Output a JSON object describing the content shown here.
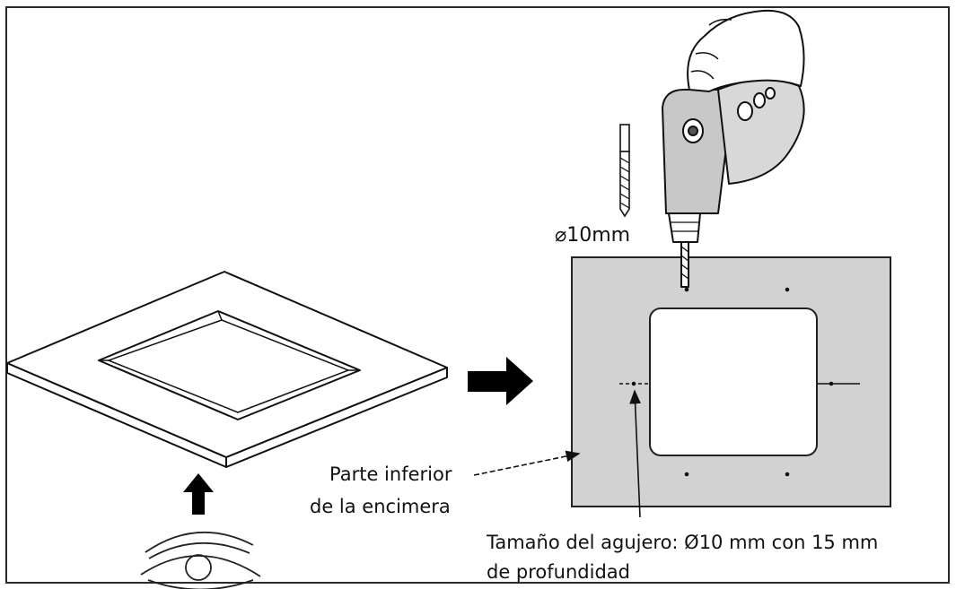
{
  "labels": {
    "drill_diameter": "⌀10mm",
    "underside_line1": "Parte inferior",
    "underside_line2": "de la encimera",
    "hole_size_line1": "Tamaño del agujero: Ø10  mm con 15 mm",
    "hole_size_line2": "de profundidad"
  },
  "icons": [
    "hand-drill-icon",
    "drill-bit-icon",
    "right-arrow-icon",
    "up-arrow-icon",
    "eye-icon"
  ],
  "colors": {
    "countertop_underside": "#d2d2d2",
    "line": "#111111",
    "frame_border": "#2a2a2a"
  }
}
